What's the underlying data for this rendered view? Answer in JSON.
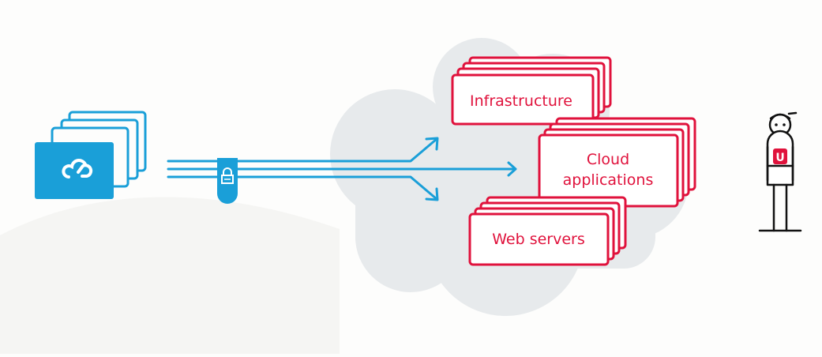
{
  "colors": {
    "accent_blue": "#1a9fd8",
    "accent_red": "#e0123c",
    "cloud_fill": "#e7eaec",
    "outline": "#111111"
  },
  "source_stack": {
    "icon": "cloud-link-icon",
    "layers": 4
  },
  "connection": {
    "lock_icon": "padlock-icon",
    "lines": 3
  },
  "service_boxes": {
    "infrastructure": {
      "label": "Infrastructure"
    },
    "cloud_applications": {
      "line1": "Cloud",
      "line2": "applications"
    },
    "web_servers": {
      "label": "Web servers"
    }
  },
  "user_figure": {
    "badge_letter": "U"
  }
}
